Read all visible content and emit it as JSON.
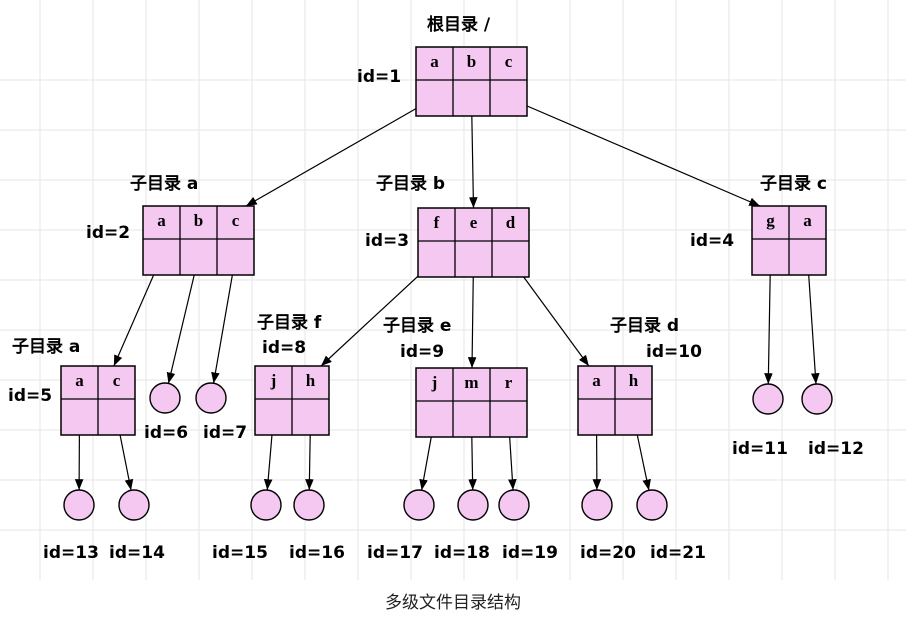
{
  "caption": "多级文件目录结构",
  "colors": {
    "node_fill": "#f5c8f2",
    "stroke": "#000000",
    "grid": "#e6e6e6"
  },
  "nodes": [
    {
      "key": "n1",
      "title": "根目录 /",
      "id_label": "id=1",
      "cells": [
        "a",
        "b",
        "c"
      ]
    },
    {
      "key": "n2",
      "title": "子目录 a",
      "id_label": "id=2",
      "cells": [
        "a",
        "b",
        "c"
      ]
    },
    {
      "key": "n3",
      "title": "子目录 b",
      "id_label": "id=3",
      "cells": [
        "f",
        "e",
        "d"
      ]
    },
    {
      "key": "n4",
      "title": "子目录 c",
      "id_label": "id=4",
      "cells": [
        "g",
        "a"
      ]
    },
    {
      "key": "n5",
      "title": "子目录 a",
      "id_label": "id=5",
      "cells": [
        "a",
        "c"
      ]
    },
    {
      "key": "n8",
      "title": "子目录 f",
      "id_label": "id=8",
      "cells": [
        "j",
        "h"
      ]
    },
    {
      "key": "n9",
      "title": "子目录 e",
      "id_label": "id=9",
      "cells": [
        "j",
        "m",
        "r"
      ]
    },
    {
      "key": "n10",
      "title": "子目录 d",
      "id_label": "id=10",
      "cells": [
        "a",
        "h"
      ]
    }
  ],
  "files": [
    {
      "key": "f6",
      "id_label": "id=6"
    },
    {
      "key": "f7",
      "id_label": "id=7"
    },
    {
      "key": "f11",
      "id_label": "id=11"
    },
    {
      "key": "f12",
      "id_label": "id=12"
    },
    {
      "key": "f13",
      "id_label": "id=13"
    },
    {
      "key": "f14",
      "id_label": "id=14"
    },
    {
      "key": "f15",
      "id_label": "id=15"
    },
    {
      "key": "f16",
      "id_label": "id=16"
    },
    {
      "key": "f17",
      "id_label": "id=17"
    },
    {
      "key": "f18",
      "id_label": "id=18"
    },
    {
      "key": "f19",
      "id_label": "id=19"
    },
    {
      "key": "f20",
      "id_label": "id=20"
    },
    {
      "key": "f21",
      "id_label": "id=21"
    }
  ],
  "edges": [
    [
      "n1",
      0,
      "n2"
    ],
    [
      "n1",
      1,
      "n3"
    ],
    [
      "n1",
      2,
      "n4"
    ],
    [
      "n2",
      0,
      "n5"
    ],
    [
      "n2",
      1,
      "f6"
    ],
    [
      "n2",
      2,
      "f7"
    ],
    [
      "n3",
      0,
      "n8"
    ],
    [
      "n3",
      1,
      "n9"
    ],
    [
      "n3",
      2,
      "n10"
    ],
    [
      "n4",
      0,
      "f11"
    ],
    [
      "n4",
      1,
      "f12"
    ],
    [
      "n5",
      0,
      "f13"
    ],
    [
      "n5",
      1,
      "f14"
    ],
    [
      "n8",
      0,
      "f15"
    ],
    [
      "n8",
      1,
      "f16"
    ],
    [
      "n9",
      0,
      "f17"
    ],
    [
      "n9",
      1,
      "f18"
    ],
    [
      "n9",
      2,
      "f19"
    ],
    [
      "n10",
      0,
      "f20"
    ],
    [
      "n10",
      1,
      "f21"
    ]
  ]
}
